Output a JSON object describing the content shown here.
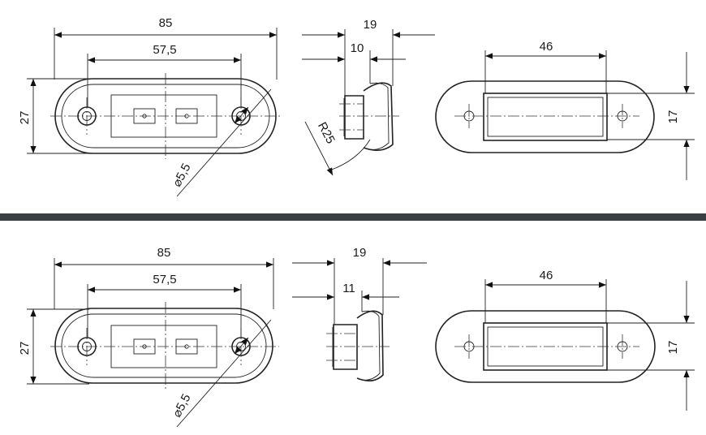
{
  "colors": {
    "line": "#222222",
    "separator": "#3a3f44",
    "background": "#ffffff"
  },
  "panels": [
    {
      "id": "top",
      "front": {
        "overall_length": "85",
        "hole_spacing": "57,5",
        "height": "27",
        "hole_diameter": "⌀5,5"
      },
      "side": {
        "overall_depth": "19",
        "body_depth": "10",
        "radius": "R25"
      },
      "rear": {
        "lens_width": "46",
        "lens_height": "17"
      }
    },
    {
      "id": "bottom",
      "front": {
        "overall_length": "85",
        "hole_spacing": "57,5",
        "height": "27",
        "hole_diameter": "⌀5,5"
      },
      "side": {
        "overall_depth": "19",
        "body_depth": "11"
      },
      "rear": {
        "lens_width": "46",
        "lens_height": "17"
      }
    }
  ]
}
